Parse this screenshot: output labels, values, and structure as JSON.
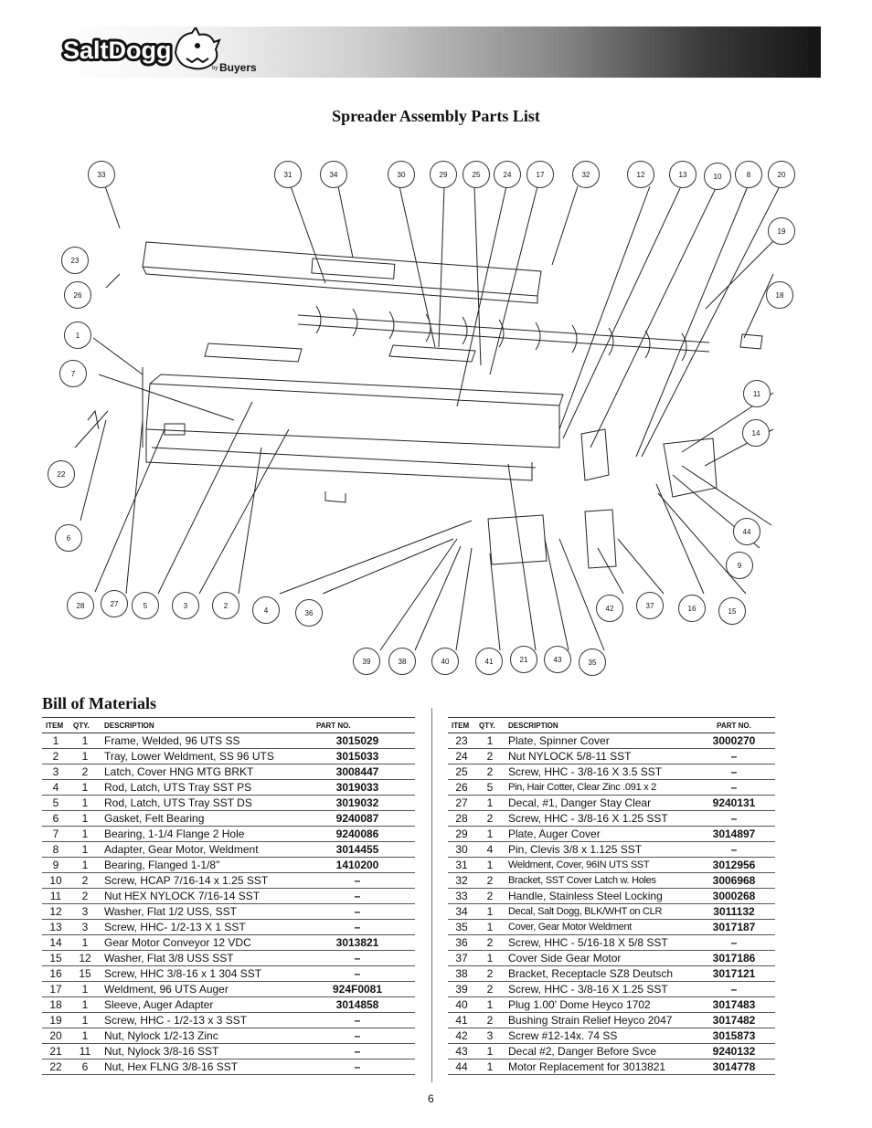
{
  "brand": {
    "logo_text": "SaltDogg",
    "by_text": "by",
    "maker_text": "Buyers"
  },
  "page_title": "Spreader Assembly Parts List",
  "bom_title": "Bill of Materials",
  "columns": {
    "item": "ITEM",
    "qty": "QTY.",
    "description": "DESCRIPTION",
    "part_no": "PART NO."
  },
  "callouts": [
    "33",
    "31",
    "34",
    "30",
    "29",
    "25",
    "24",
    "17",
    "32",
    "12",
    "13",
    "10",
    "8",
    "20",
    "19",
    "23",
    "26",
    "18",
    "1",
    "7",
    "11",
    "14",
    "22",
    "6",
    "44",
    "9",
    "28",
    "27",
    "5",
    "3",
    "2",
    "4",
    "36",
    "42",
    "37",
    "16",
    "15",
    "39",
    "38",
    "40",
    "41",
    "21",
    "43",
    "35"
  ],
  "bom_left": [
    {
      "item": "1",
      "qty": "1",
      "description": "Frame, Welded, 96 UTS SS",
      "part_no": "3015029"
    },
    {
      "item": "2",
      "qty": "1",
      "description": "Tray, Lower Weldment, SS 96 UTS",
      "part_no": "3015033"
    },
    {
      "item": "3",
      "qty": "2",
      "description": "Latch, Cover HNG MTG BRKT",
      "part_no": "3008447"
    },
    {
      "item": "4",
      "qty": "1",
      "description": "Rod, Latch, UTS Tray SST PS",
      "part_no": "3019033"
    },
    {
      "item": "5",
      "qty": "1",
      "description": "Rod, Latch, UTS Tray SST DS",
      "part_no": "3019032"
    },
    {
      "item": "6",
      "qty": "1",
      "description": "Gasket, Felt Bearing",
      "part_no": "9240087"
    },
    {
      "item": "7",
      "qty": "1",
      "description": "Bearing, 1-1/4 Flange 2 Hole",
      "part_no": "9240086"
    },
    {
      "item": "8",
      "qty": "1",
      "description": "Adapter, Gear Motor, Weldment",
      "part_no": "3014455"
    },
    {
      "item": "9",
      "qty": "1",
      "description": "Bearing, Flanged 1-1/8\"",
      "part_no": "1410200"
    },
    {
      "item": "10",
      "qty": "2",
      "description": "Screw, HCAP 7/16-14 x 1.25 SST",
      "part_no": "–"
    },
    {
      "item": "11",
      "qty": "2",
      "description": "Nut HEX NYLOCK 7/16-14 SST",
      "part_no": "–"
    },
    {
      "item": "12",
      "qty": "3",
      "description": "Washer, Flat 1/2 USS, SST",
      "part_no": "–"
    },
    {
      "item": "13",
      "qty": "3",
      "description": "Screw, HHC- 1/2-13 X 1 SST",
      "part_no": "–"
    },
    {
      "item": "14",
      "qty": "1",
      "description": "Gear Motor Conveyor 12 VDC",
      "part_no": "3013821"
    },
    {
      "item": "15",
      "qty": "12",
      "description": "Washer, Flat 3/8 USS SST",
      "part_no": "–"
    },
    {
      "item": "16",
      "qty": "15",
      "description": "Screw, HHC 3/8-16 x 1 304 SST",
      "part_no": "–"
    },
    {
      "item": "17",
      "qty": "1",
      "description": "Weldment, 96 UTS Auger",
      "part_no": "924F0081"
    },
    {
      "item": "18",
      "qty": "1",
      "description": "Sleeve, Auger Adapter",
      "part_no": "3014858"
    },
    {
      "item": "19",
      "qty": "1",
      "description": "Screw, HHC - 1/2-13 x 3 SST",
      "part_no": "–"
    },
    {
      "item": "20",
      "qty": "1",
      "description": "Nut, Nylock 1/2-13 Zinc",
      "part_no": "–"
    },
    {
      "item": "21",
      "qty": "11",
      "description": "Nut, Nylock 3/8-16 SST",
      "part_no": "–"
    },
    {
      "item": "22",
      "qty": "6",
      "description": "Nut, Hex FLNG 3/8-16 SST",
      "part_no": "–"
    }
  ],
  "bom_right": [
    {
      "item": "23",
      "qty": "1",
      "description": "Plate, Spinner Cover",
      "part_no": "3000270"
    },
    {
      "item": "24",
      "qty": "2",
      "description": "Nut NYLOCK 5/8-11 SST",
      "part_no": "–"
    },
    {
      "item": "25",
      "qty": "2",
      "description": "Screw, HHC - 3/8-16 X 3.5 SST",
      "part_no": "–"
    },
    {
      "item": "26",
      "qty": "5",
      "description": "Pin, Hair Cotter, Clear Zinc .091 x 2",
      "part_no": "–"
    },
    {
      "item": "27",
      "qty": "1",
      "description": "Decal, #1, Danger Stay Clear",
      "part_no": "9240131"
    },
    {
      "item": "28",
      "qty": "2",
      "description": "Screw, HHC - 3/8-16 X 1.25 SST",
      "part_no": "–"
    },
    {
      "item": "29",
      "qty": "1",
      "description": "Plate, Auger Cover",
      "part_no": "3014897"
    },
    {
      "item": "30",
      "qty": "4",
      "description": "Pin, Clevis 3/8 x 1.125 SST",
      "part_no": "–"
    },
    {
      "item": "31",
      "qty": "1",
      "description": "Weldment, Cover, 96IN UTS SST",
      "part_no": "3012956"
    },
    {
      "item": "32",
      "qty": "2",
      "description": "Bracket, SST Cover Latch w. Holes",
      "part_no": "3006968"
    },
    {
      "item": "33",
      "qty": "2",
      "description": "Handle, Stainless Steel Locking",
      "part_no": "3000268"
    },
    {
      "item": "34",
      "qty": "1",
      "description": "Decal, Salt Dogg, BLK/WHT on CLR",
      "part_no": "3011132"
    },
    {
      "item": "35",
      "qty": "1",
      "description": "Cover, Gear Motor Weldment",
      "part_no": "3017187"
    },
    {
      "item": "36",
      "qty": "2",
      "description": "Screw, HHC - 5/16-18 X 5/8 SST",
      "part_no": "–"
    },
    {
      "item": "37",
      "qty": "1",
      "description": "Cover Side Gear Motor",
      "part_no": "3017186"
    },
    {
      "item": "38",
      "qty": "2",
      "description": "Bracket, Receptacle SZ8 Deutsch",
      "part_no": "3017121"
    },
    {
      "item": "39",
      "qty": "2",
      "description": "Screw, HHC - 3/8-16 X 1.25 SST",
      "part_no": "–"
    },
    {
      "item": "40",
      "qty": "1",
      "description": "Plug 1.00' Dome Heyco 1702",
      "part_no": "3017483"
    },
    {
      "item": "41",
      "qty": "2",
      "description": "Bushing Strain Relief Heyco 2047",
      "part_no": "3017482"
    },
    {
      "item": "42",
      "qty": "3",
      "description": "Screw #12-14x. 74 SS",
      "part_no": "3015873"
    },
    {
      "item": "43",
      "qty": "1",
      "description": "Decal #2, Danger Before Svce",
      "part_no": "9240132"
    },
    {
      "item": "44",
      "qty": "1",
      "description": "Motor Replacement for 3013821",
      "part_no": "3014778"
    }
  ],
  "page_number": "6"
}
